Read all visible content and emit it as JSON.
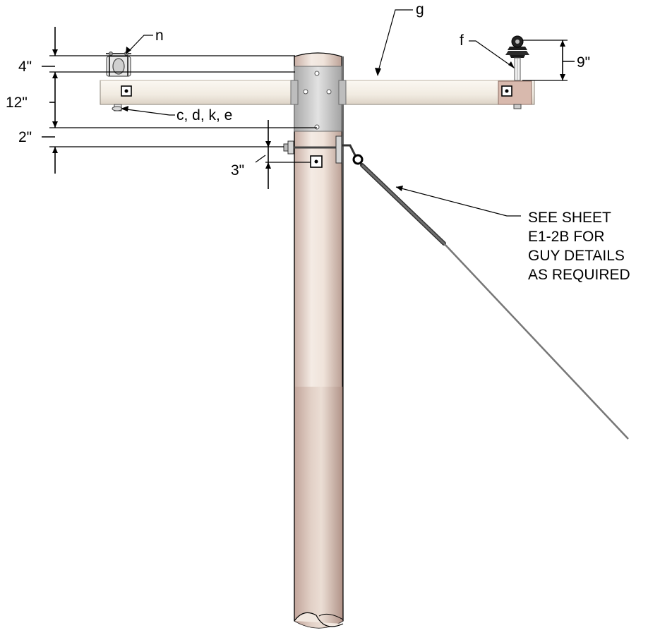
{
  "callouts": {
    "g": "g",
    "n": "n",
    "f": "f",
    "hardware": "c, d, k, e"
  },
  "dimensions": {
    "d4": "4\"",
    "d12": "12\"",
    "d2": "2\"",
    "d3": "3\"",
    "d9": "9\""
  },
  "note": {
    "line1": "SEE SHEET",
    "line2": "E1-2B FOR",
    "line3": "GUY DETAILS",
    "line4": "AS REQUIRED"
  },
  "colors": {
    "pole": "#e9dcd3",
    "pole_shade": "#c8aea4",
    "crossarm": "#f3eee5",
    "bracket": "#c9c9c9",
    "guy_wire": "#7a7a7a"
  }
}
